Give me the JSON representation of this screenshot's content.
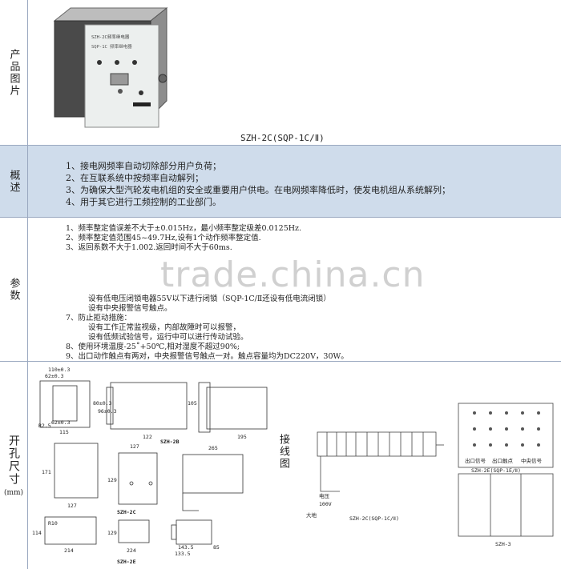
{
  "rows": {
    "photo": {
      "label": "产品图片",
      "caption": "SZH-2C(SQP-1C/Ⅱ)",
      "device_plate_title": "SZH-2C频率继电器",
      "device_plate_sub": "SQP-1C 频率继电器"
    },
    "overview": {
      "label": "概述",
      "items": [
        "1、接电网频率自动切除部分用户负荷；",
        "2、在互联系统中按频率自动解列；",
        "3、为确保大型汽轮发电机组的安全或重要用户供电。在电网频率降低时，使发电机组从系统解列；",
        "4、用于其它进行工频控制的工业部门。"
      ]
    },
    "params": {
      "label": "参数",
      "items_top": [
        "1、频率整定值误差不大于±0.015Hz，最小频率整定级差0.0125Hz.",
        "2、频率整定值范围45~49.7Hz,设有1个动作频率整定值.",
        "3、返回系数不大于1.002.返回时间不大于60ms."
      ],
      "items_bottom": [
        "设有低电压闭锁电器55V以下进行闭锁（SQP-1C/Ⅱ还设有低电流闭锁）",
        "设有中央报警信号触点。",
        "7、防止拒动措施：",
        "设有工作正常监视级，内部故障时可以报警，",
        "设有低频试验信号，运行中可以进行传动试验。",
        "8、使用环境温度-25˚+50℃,相对湿度不超过90%;",
        "9、出口动作触点有两对，中央报警信号触点一对。触点容量均为DC220V，30W。"
      ],
      "watermark": "trade.china.cn"
    },
    "bottom": {
      "label_left": "开孔尺寸",
      "unit": "(mm)",
      "label_right": "接线图",
      "dims": {
        "d1": "110±0.3",
        "d2": "62±0.3",
        "d3": "80±0.3",
        "d4": "96±0.3",
        "d5": "62±0.3",
        "d6": "R2.5",
        "d7": "115",
        "d8": "105",
        "d9": "122",
        "d10": "195",
        "d11": "127",
        "d12": "171",
        "d13": "127",
        "d14": "129",
        "d15": "265",
        "d16": "R10",
        "d17": "114",
        "d18": "214",
        "d19": "129",
        "d20": "224",
        "d21": "143.5",
        "d22": "133.5",
        "d23": "85"
      },
      "model_labels": {
        "m1": "SZH-2B",
        "m2": "SZH-2C",
        "m3": "SZH-2E",
        "m4": "SZH-2C(SQP-1C/Ⅱ)",
        "m5": "SZH-2E(SQP-1E/Ⅱ)",
        "m6": "SZH-3"
      },
      "wiring_texts": {
        "voltage": "电压",
        "v100": "100V",
        "ground": "大地",
        "t1": "出口信号",
        "t2": "出口触点",
        "t3": "中央信号"
      }
    }
  }
}
